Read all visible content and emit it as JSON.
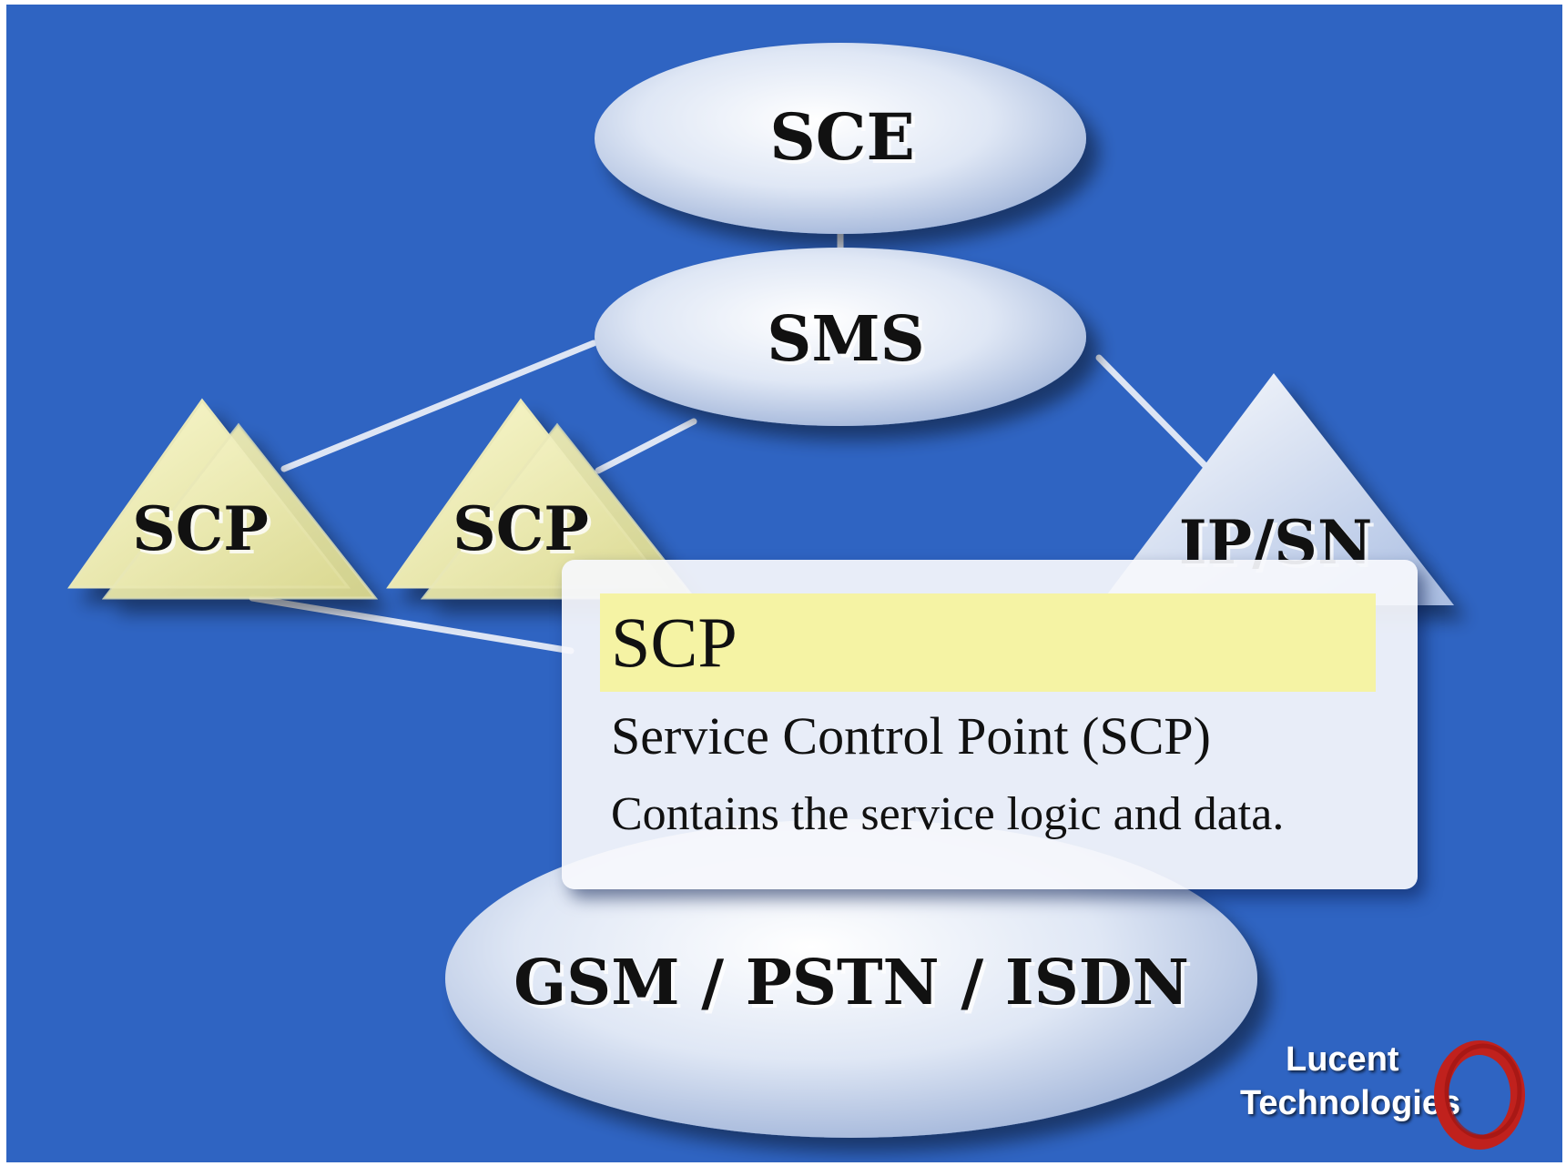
{
  "nodes": {
    "sce": "SCE",
    "sms": "SMS",
    "scp_left": "SCP",
    "scp_middle": "SCP",
    "ipsn": "IP/SN",
    "network": "GSM / PSTN / ISDN"
  },
  "tooltip": {
    "title": "SCP",
    "line1": "Service Control Point (SCP)",
    "line2": "Contains the service logic and data."
  },
  "logo": {
    "word1": "Lucent",
    "word2": "Technologies",
    "ring_color": "#c0211d"
  },
  "colors": {
    "background": "#2f64c2",
    "ellipse": "#dfe7f5",
    "scp_triangle": "#f1efb0",
    "highlight": "#f5f3a4"
  }
}
